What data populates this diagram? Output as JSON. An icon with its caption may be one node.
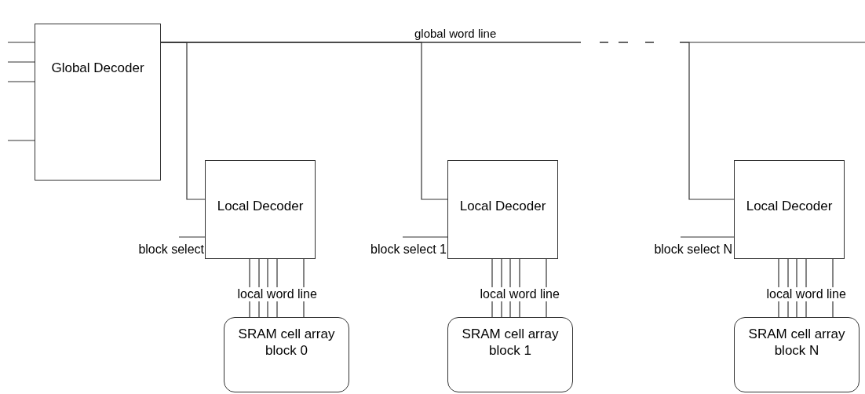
{
  "diagram": {
    "nodes": [
      {
        "text": [
          "Global Decoder"
        ]
      },
      {
        "text": [
          "Local Decoder"
        ]
      },
      {
        "text": [
          "block select"
        ]
      },
      {
        "text": [
          "SRAM cell array block 0"
        ]
      },
      {
        "text": [
          "Local Decoder"
        ]
      },
      {
        "text": [
          "block select 1"
        ]
      },
      {
        "text": [
          "SRAM cell array block 1"
        ]
      },
      {
        "text": [
          "Local Decoder"
        ]
      },
      {
        "text": [
          "block select N"
        ]
      },
      {
        "text": [
          "SRAM cell array block N"
        ]
      }
    ],
    "edges": [
      {
        "from": null,
        "to": 0,
        "arrow": "none"
      },
      {
        "from": null,
        "to": 0,
        "arrow": "none"
      },
      {
        "from": null,
        "to": 0,
        "arrow": "none"
      },
      {
        "from": null,
        "to": 0,
        "arrow": "none"
      },
      {
        "from": 0,
        "to": 1,
        "arrow": "none"
      },
      {
        "from": 0,
        "to": 4,
        "arrow": "none"
      },
      {
        "from": 0,
        "to": 7,
        "arrow": "none",
        "style": "dashed"
      },
      {
        "from": 0,
        "to": null,
        "arrow": "none",
        "style": "dashed"
      },
      {
        "from": 2,
        "to": 1,
        "arrow": "none"
      },
      {
        "from": 5,
        "to": 4,
        "arrow": "none"
      },
      {
        "from": 8,
        "to": 7,
        "arrow": "none"
      },
      {
        "from": 1,
        "to": 3,
        "arrow": "none"
      },
      {
        "from": 1,
        "to": 3,
        "arrow": "none"
      },
      {
        "from": 1,
        "to": 3,
        "arrow": "none",
        "label": "local word line"
      },
      {
        "from": 1,
        "to": 3,
        "arrow": "none"
      },
      {
        "from": 1,
        "to": 3,
        "arrow": "none"
      },
      {
        "from": 4,
        "to": 6,
        "arrow": "none"
      },
      {
        "from": 4,
        "to": 6,
        "arrow": "none"
      },
      {
        "from": 4,
        "to": 6,
        "arrow": "none",
        "label": "local word line"
      },
      {
        "from": 4,
        "to": 6,
        "arrow": "none"
      },
      {
        "from": 4,
        "to": 6,
        "arrow": "none"
      },
      {
        "from": 7,
        "to": 9,
        "arrow": "none"
      },
      {
        "from": 7,
        "to": 9,
        "arrow": "none"
      },
      {
        "from": 7,
        "to": 9,
        "arrow": "none",
        "label": "local word line"
      },
      {
        "from": 7,
        "to": 9,
        "arrow": "none"
      },
      {
        "from": 7,
        "to": 9,
        "arrow": "none"
      }
    ],
    "labels": [
      "global word line"
    ]
  }
}
